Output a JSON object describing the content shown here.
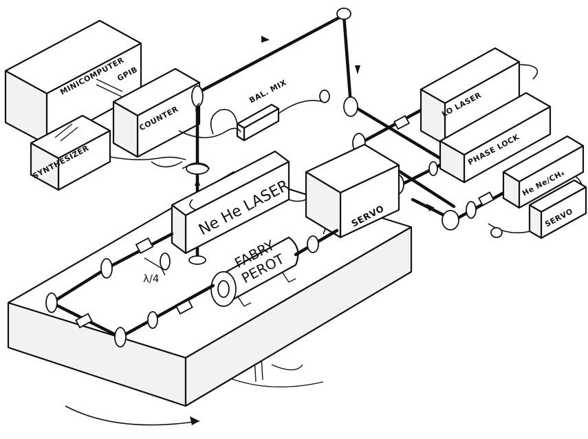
{
  "labels": {
    "minicomputer": "MINICOMPUTER",
    "gpib": "GPIB",
    "counter": "COUNTER",
    "synthesizer": "SYNTHESIZER",
    "bal_mix": "BAL. MIX",
    "lo_laser": "LO LASER",
    "phase_lock": "PHASE LOCK",
    "he_ne_ch4": "He Ne/CH₄",
    "servo_small": "SERVO",
    "ne_he_laser": "Ne He LASER",
    "servo_main": "SERVO",
    "fabry": "FABRY",
    "perot": "PEROT",
    "lambda_quarter": "λ/4"
  }
}
